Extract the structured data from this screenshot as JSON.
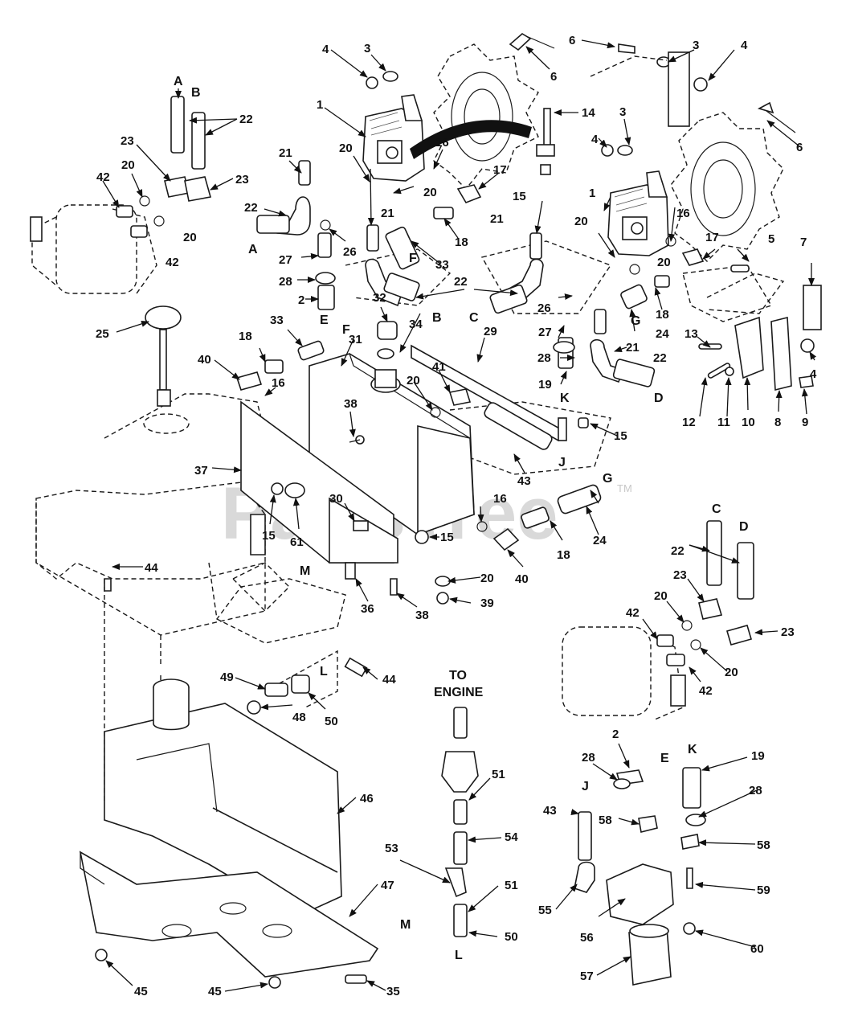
{
  "watermark": {
    "text": "PartsTree",
    "tm": "TM"
  },
  "engine_label": [
    "TO",
    "ENGINE"
  ],
  "callouts": [
    {
      "id": "c4a",
      "text": "4"
    },
    {
      "id": "c3a",
      "text": "3"
    },
    {
      "id": "c6a",
      "text": "6"
    },
    {
      "id": "c6b",
      "text": "6"
    },
    {
      "id": "c3b",
      "text": "3"
    },
    {
      "id": "c4b",
      "text": "4"
    },
    {
      "id": "c1a",
      "text": "1"
    },
    {
      "id": "c14",
      "text": "14"
    },
    {
      "id": "c3c",
      "text": "3"
    },
    {
      "id": "c4c",
      "text": "4"
    },
    {
      "id": "c6c",
      "text": "6"
    },
    {
      "id": "cA1",
      "text": "A"
    },
    {
      "id": "cB1",
      "text": "B"
    },
    {
      "id": "c22a",
      "text": "22"
    },
    {
      "id": "c23a",
      "text": "23"
    },
    {
      "id": "c23b",
      "text": "23"
    },
    {
      "id": "c42a",
      "text": "42"
    },
    {
      "id": "c20a",
      "text": "20"
    },
    {
      "id": "c20b",
      "text": "20"
    },
    {
      "id": "c42b",
      "text": "42"
    },
    {
      "id": "c21a",
      "text": "21"
    },
    {
      "id": "c20c",
      "text": "20"
    },
    {
      "id": "c16a",
      "text": "16"
    },
    {
      "id": "c20d",
      "text": "20"
    },
    {
      "id": "c17a",
      "text": "17"
    },
    {
      "id": "c15a",
      "text": "15"
    },
    {
      "id": "c1b",
      "text": "1"
    },
    {
      "id": "c22b",
      "text": "22"
    },
    {
      "id": "cA2",
      "text": "A"
    },
    {
      "id": "c26a",
      "text": "26"
    },
    {
      "id": "c21b",
      "text": "21"
    },
    {
      "id": "c18a",
      "text": "18"
    },
    {
      "id": "c21c",
      "text": "21"
    },
    {
      "id": "c20e",
      "text": "20"
    },
    {
      "id": "c16b",
      "text": "16"
    },
    {
      "id": "c17b",
      "text": "17"
    },
    {
      "id": "c5",
      "text": "5"
    },
    {
      "id": "c7",
      "text": "7"
    },
    {
      "id": "c27a",
      "text": "27"
    },
    {
      "id": "cF1",
      "text": "F"
    },
    {
      "id": "c33a",
      "text": "33"
    },
    {
      "id": "c20f",
      "text": "20"
    },
    {
      "id": "c28a",
      "text": "28"
    },
    {
      "id": "c22c",
      "text": "22"
    },
    {
      "id": "c2a",
      "text": "2"
    },
    {
      "id": "cE1",
      "text": "E"
    },
    {
      "id": "c32",
      "text": "32"
    },
    {
      "id": "cB2",
      "text": "B"
    },
    {
      "id": "c34",
      "text": "34"
    },
    {
      "id": "cC1",
      "text": "C"
    },
    {
      "id": "c26b",
      "text": "26"
    },
    {
      "id": "c18b",
      "text": "18"
    },
    {
      "id": "cG1",
      "text": "G"
    },
    {
      "id": "c24a",
      "text": "24"
    },
    {
      "id": "c13",
      "text": "13"
    },
    {
      "id": "c4d",
      "text": "4"
    },
    {
      "id": "c25",
      "text": "25"
    },
    {
      "id": "c33b",
      "text": "33"
    },
    {
      "id": "cF2",
      "text": "F"
    },
    {
      "id": "c31",
      "text": "31"
    },
    {
      "id": "c29",
      "text": "29"
    },
    {
      "id": "c27b",
      "text": "27"
    },
    {
      "id": "c21d",
      "text": "21"
    },
    {
      "id": "c28b",
      "text": "28"
    },
    {
      "id": "c22d",
      "text": "22"
    },
    {
      "id": "c18c",
      "text": "18"
    },
    {
      "id": "c40a",
      "text": "40"
    },
    {
      "id": "c19a",
      "text": "19"
    },
    {
      "id": "c16c",
      "text": "16"
    },
    {
      "id": "c41",
      "text": "41"
    },
    {
      "id": "cK1",
      "text": "K"
    },
    {
      "id": "cD1",
      "text": "D"
    },
    {
      "id": "c20g",
      "text": "20"
    },
    {
      "id": "c38a",
      "text": "38"
    },
    {
      "id": "c12",
      "text": "12"
    },
    {
      "id": "c11",
      "text": "11"
    },
    {
      "id": "c10",
      "text": "10"
    },
    {
      "id": "c8",
      "text": "8"
    },
    {
      "id": "c9",
      "text": "9"
    },
    {
      "id": "c15b",
      "text": "15"
    },
    {
      "id": "c37",
      "text": "37"
    },
    {
      "id": "cJ1",
      "text": "J"
    },
    {
      "id": "c43a",
      "text": "43"
    },
    {
      "id": "cG2",
      "text": "G"
    },
    {
      "id": "c16d",
      "text": "16"
    },
    {
      "id": "c30",
      "text": "30"
    },
    {
      "id": "c15c",
      "text": "15"
    },
    {
      "id": "c61",
      "text": "61"
    },
    {
      "id": "c15d",
      "text": "15"
    },
    {
      "id": "c18d",
      "text": "18"
    },
    {
      "id": "c24b",
      "text": "24"
    },
    {
      "id": "cC2",
      "text": "C"
    },
    {
      "id": "cD2",
      "text": "D"
    },
    {
      "id": "c40b",
      "text": "40"
    },
    {
      "id": "c22e",
      "text": "22"
    },
    {
      "id": "c44a",
      "text": "44"
    },
    {
      "id": "cM1",
      "text": "M"
    },
    {
      "id": "c20h",
      "text": "20"
    },
    {
      "id": "c36",
      "text": "36"
    },
    {
      "id": "c38b",
      "text": "38"
    },
    {
      "id": "c39",
      "text": "39"
    },
    {
      "id": "c23c",
      "text": "23"
    },
    {
      "id": "c20i",
      "text": "20"
    },
    {
      "id": "c42c",
      "text": "42"
    },
    {
      "id": "c23d",
      "text": "23"
    },
    {
      "id": "c20j",
      "text": "20"
    },
    {
      "id": "cL1",
      "text": "L"
    },
    {
      "id": "c44b",
      "text": "44"
    },
    {
      "id": "c42d",
      "text": "42"
    },
    {
      "id": "c49",
      "text": "49"
    },
    {
      "id": "c50a",
      "text": "50"
    },
    {
      "id": "c48",
      "text": "48"
    },
    {
      "id": "c2b",
      "text": "2"
    },
    {
      "id": "c28c",
      "text": "28"
    },
    {
      "id": "cE2",
      "text": "E"
    },
    {
      "id": "cK2",
      "text": "K"
    },
    {
      "id": "c19b",
      "text": "19"
    },
    {
      "id": "c51a",
      "text": "51"
    },
    {
      "id": "c46",
      "text": "46"
    },
    {
      "id": "cJ2",
      "text": "J"
    },
    {
      "id": "c43b",
      "text": "43"
    },
    {
      "id": "c58a",
      "text": "58"
    },
    {
      "id": "c28d",
      "text": "28"
    },
    {
      "id": "c54",
      "text": "54"
    },
    {
      "id": "c58b",
      "text": "58"
    },
    {
      "id": "c47",
      "text": "47"
    },
    {
      "id": "c53",
      "text": "53"
    },
    {
      "id": "c51b",
      "text": "51"
    },
    {
      "id": "c59",
      "text": "59"
    },
    {
      "id": "c55",
      "text": "55"
    },
    {
      "id": "cM2",
      "text": "M"
    },
    {
      "id": "c56",
      "text": "56"
    },
    {
      "id": "c50b",
      "text": "50"
    },
    {
      "id": "cL2",
      "text": "L"
    },
    {
      "id": "c60",
      "text": "60"
    },
    {
      "id": "c45a",
      "text": "45"
    },
    {
      "id": "c45b",
      "text": "45"
    },
    {
      "id": "c35",
      "text": "35"
    },
    {
      "id": "c57",
      "text": "57"
    }
  ]
}
